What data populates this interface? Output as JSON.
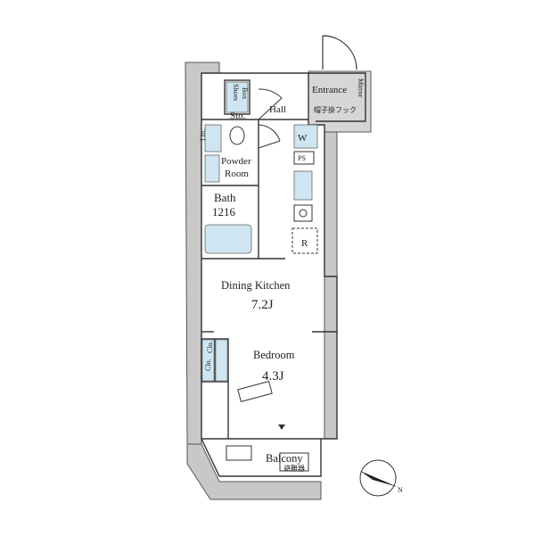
{
  "rooms": {
    "entrance": "Entrance",
    "mirror": "Mirror",
    "hat_hook": "帽子掛フック",
    "hall": "Hall",
    "shoes_box_1": "Shoes",
    "shoes_box_2": "Box",
    "storage": "Sto.",
    "linen": "Lin.",
    "powder_room_1": "Powder",
    "powder_room_2": "Room",
    "washer": "W",
    "ps": "PS",
    "bath": "Bath",
    "bath_size": "1216",
    "refrigerator": "R",
    "dining_kitchen": "Dining Kitchen",
    "dining_kitchen_size": "7.2J",
    "closet_1": "Clo.",
    "closet_2": "Clo.",
    "bedroom": "Bedroom",
    "bedroom_size": "4.3J",
    "balcony": "Balcony",
    "ladder": "避難器"
  },
  "compass": {
    "north_label": "N"
  },
  "colors": {
    "wall_gray": "#c8c8c8",
    "fixture_blue": "#cfe6f2",
    "line": "#333333"
  }
}
